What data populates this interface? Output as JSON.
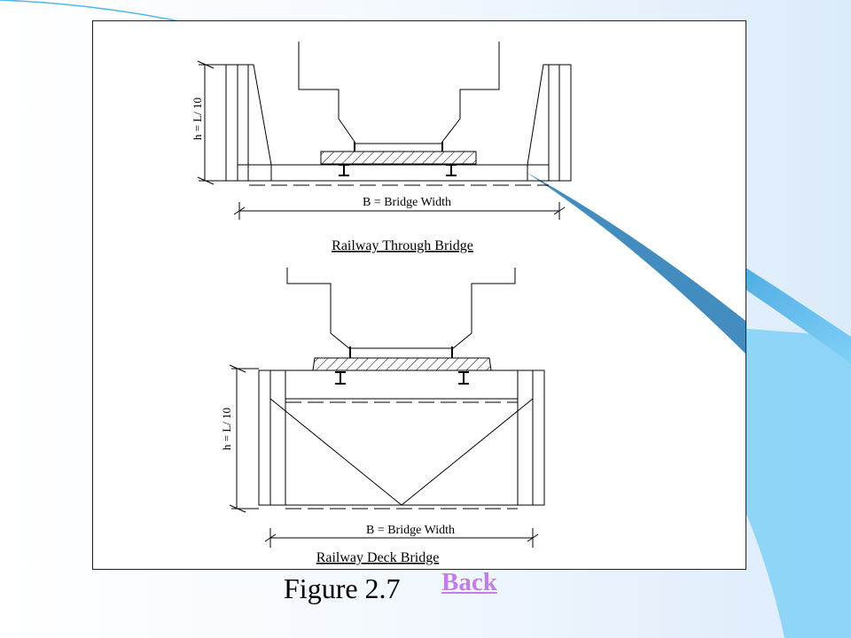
{
  "slide": {
    "colors": {
      "accent_band": "#2f8fd0",
      "accent_light": "#6cc6f2",
      "link": "#c07ee6"
    }
  },
  "through_bridge": {
    "height_label": "h = L/ 10",
    "width_label": "B = Bridge Width",
    "title": "Railway Through Bridge"
  },
  "deck_bridge": {
    "height_label": "h = L/ 10",
    "width_label": "B = Bridge Width",
    "title": "Railway Deck Bridge"
  },
  "caption": "Figure 2.7",
  "back_link": "Back"
}
